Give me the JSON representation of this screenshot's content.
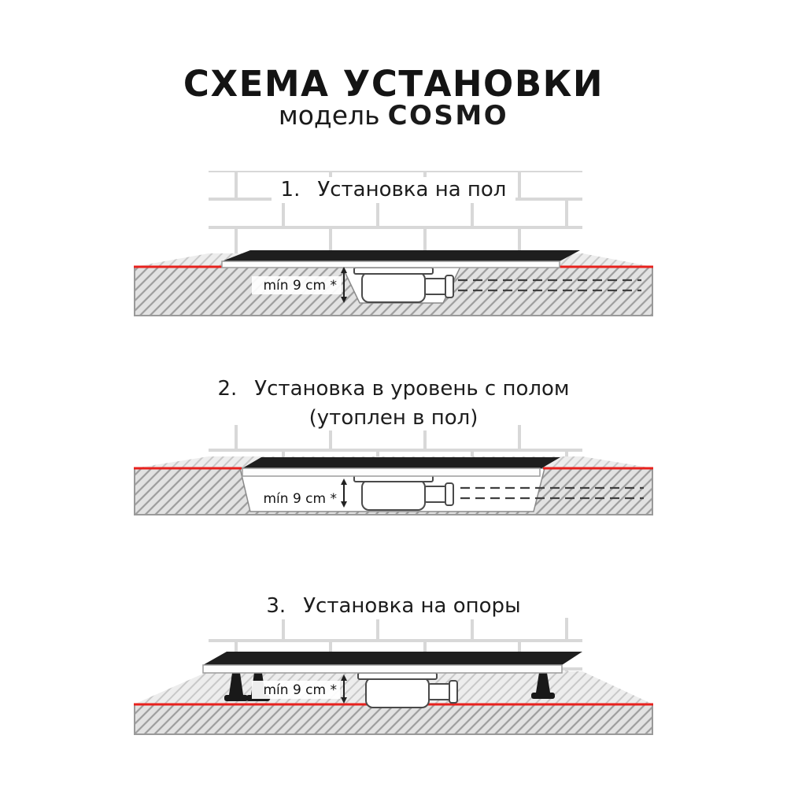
{
  "header": {
    "title": "СХЕМА УСТАНОВКИ",
    "subtitle_prefix": "модель",
    "model": "COSMO"
  },
  "figures": [
    {
      "number": "1.",
      "caption_line1": "Установка на пол",
      "caption_line2": "",
      "min_depth_label": "mín 9 cm *"
    },
    {
      "number": "2.",
      "caption_line1": "Установка в уровень с полом",
      "caption_line2": "(утоплен в пол)",
      "min_depth_label": "mín 9 cm *"
    },
    {
      "number": "3.",
      "caption_line1": "Установка на опоры",
      "caption_line2": "",
      "min_depth_label": "mín 9 cm *"
    }
  ],
  "colors": {
    "accent_red": "#e8211d",
    "tray_dark": "#1e1e1e"
  }
}
